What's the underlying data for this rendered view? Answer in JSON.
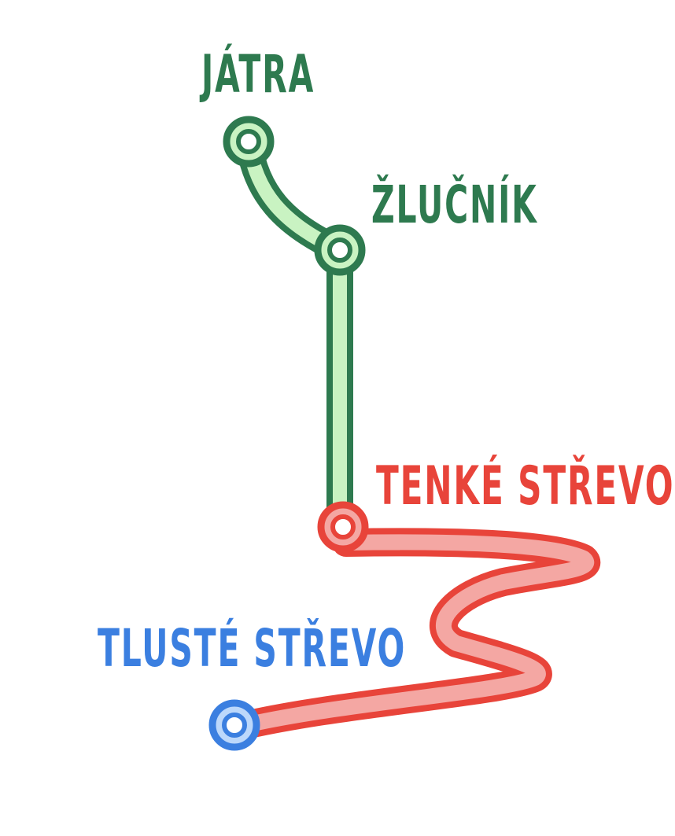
{
  "colors": {
    "green_outline": "#2e7a4f",
    "green_fill": "#c9f3c2",
    "red_outline": "#e8443a",
    "red_fill": "#f4a7a3",
    "blue_outline": "#3b7fe0",
    "blue_fill": "#bcd8fb",
    "background": "#ffffff"
  },
  "stations": {
    "liver": {
      "label": "JÁTRA",
      "color": "#2e7a4f"
    },
    "gallbladder": {
      "label": "ŽLUČNÍK",
      "color": "#2e7a4f"
    },
    "small_intestine": {
      "label": "TENKÉ STŘEVO",
      "color": "#e8443a"
    },
    "large_intestine": {
      "label": "TLUSTÉ STŘEVO",
      "color": "#3b7fe0"
    }
  }
}
